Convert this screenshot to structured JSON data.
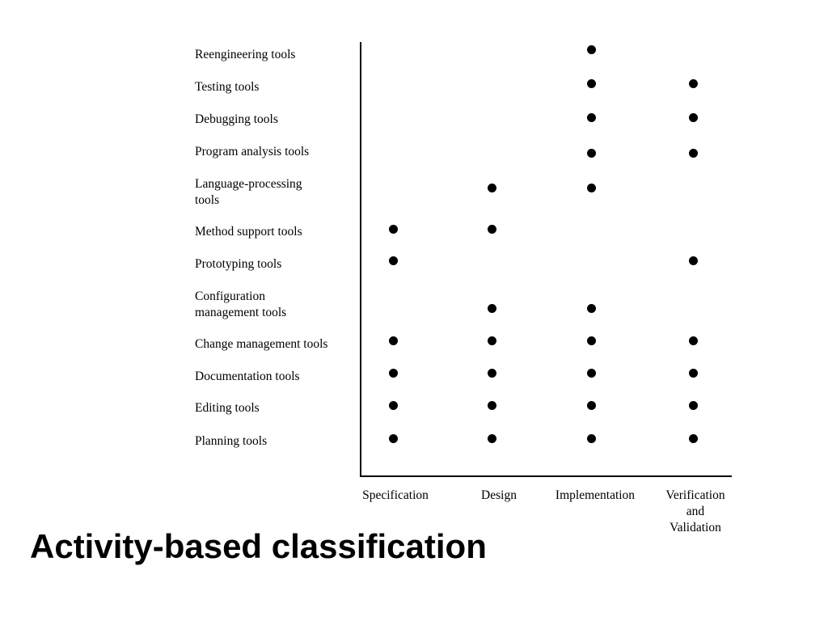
{
  "slide": {
    "title": "Activity-based classification"
  },
  "matrix": {
    "rows": [
      {
        "label": "Reengineering  tools",
        "activities": [
          "Implementation"
        ]
      },
      {
        "label": "Testing tools",
        "activities": [
          "Implementation",
          "Verification and Validation"
        ]
      },
      {
        "label": "Debugging tools",
        "activities": [
          "Implementation",
          "Verification and Validation"
        ]
      },
      {
        "label": "Program analysis tools",
        "activities": [
          "Implementation",
          "Verification and Validation"
        ]
      },
      {
        "label": "Language-processing\ntools",
        "activities": [
          "Design",
          "Implementation"
        ]
      },
      {
        "label": "Method support tools",
        "activities": [
          "Specification",
          "Design"
        ]
      },
      {
        "label": "Prototyping tools",
        "activities": [
          "Specification",
          "Verification and Validation"
        ]
      },
      {
        "label": "Configuration\nmanagement tools",
        "activities": [
          "Design",
          "Implementation"
        ]
      },
      {
        "label": "Change management tools",
        "activities": [
          "Specification",
          "Design",
          "Implementation",
          "Verification and Validation"
        ]
      },
      {
        "label": "Documentation tools",
        "activities": [
          "Specification",
          "Design",
          "Implementation",
          "Verification and Validation"
        ]
      },
      {
        "label": "Editing tools",
        "activities": [
          "Specification",
          "Design",
          "Implementation",
          "Verification and Validation"
        ]
      },
      {
        "label": "Planning  tools",
        "activities": [
          "Specification",
          "Design",
          "Implementation",
          "Verification and Validation"
        ]
      }
    ],
    "columns": [
      {
        "key": "Specification",
        "label": "Specification"
      },
      {
        "key": "Design",
        "label": "Design"
      },
      {
        "key": "Implementation",
        "label": "Implementation"
      },
      {
        "key": "Verification and Validation",
        "label": "Verification\nand\nValidation"
      }
    ],
    "marker_color": "#000000"
  }
}
